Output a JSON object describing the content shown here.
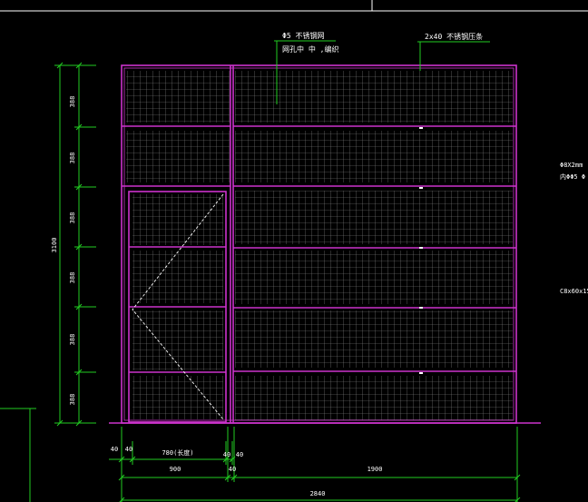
{
  "annotations": {
    "mesh_callout_line1": "Φ5 不锈钢网",
    "mesh_callout_line2": "网孔中 中 ,编织",
    "frame_callout": "2x40 不锈钢压条",
    "right_note_1": "Φ8X2mm",
    "right_note_2": "内ΦΦ5 Φ",
    "right_note_3": "C8x60x15"
  },
  "dimensions": {
    "overall_height": "3100",
    "row_heights": [
      "388",
      "388",
      "388",
      "388",
      "388",
      "388"
    ],
    "bottom_gaps": [
      "40",
      "40",
      "40",
      "40"
    ],
    "door_width_label": "780(长度)",
    "left_span": "900",
    "mid_span": "40",
    "right_span": "1900",
    "overall_width": "2840"
  },
  "colors": {
    "frame": "#cc33cc",
    "mesh": "#9a9a9a",
    "dimension": "#22cc22",
    "text": "#ffffff",
    "background": "#000000"
  }
}
